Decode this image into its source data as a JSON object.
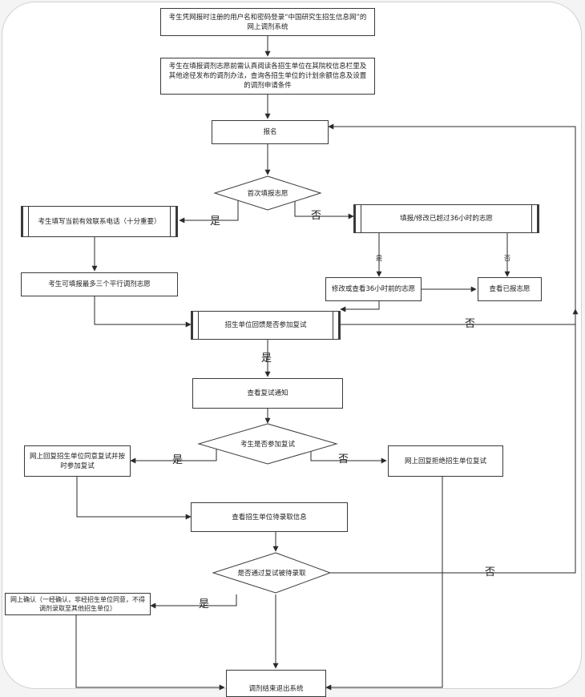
{
  "nodes": {
    "n1": "考生凭网报时注册的用户名和密码登录“中国研究生招生信息网”的网上调剂系统",
    "n2": "考生在填报调剂志愿前需认真阅读各招生单位在其院校信息栏里及其他途径发布的调剂办法，查询各招生单位的计划余额信息及设置的调剂申请条件",
    "n3": "报名",
    "d1": "首次填报志愿",
    "n4": "考生填写当前有效联系电话（十分重要）",
    "n5": "填报/修改已超过36小时的志愿",
    "n6": "考生可填报最多三个平行调剂志愿",
    "n7": "修改或查看36小时前的志愿",
    "n8": "查看已报志愿",
    "n9": "招生单位回馈是否参加复试",
    "n10": "查看复试通知",
    "d2": "考生是否参加复试",
    "n11": "网上回复招生单位同意复试并按时参加复试",
    "n12": "网上回复拒绝招生单位复试",
    "n13": "查看招生单位待录取信息",
    "d3": "是否通过复试被待录取",
    "n14": "网上确认（一经确认，非经招生单位同意，不得调剂录取至其他招生单位）",
    "n15": "调剂结束退出系统"
  },
  "edge_labels": {
    "d1_yes": "是",
    "d1_no": "否",
    "n5_yes": "是",
    "n5_no": "否",
    "n9_no": "否",
    "n9_yes": "是",
    "d2_yes": "是",
    "d2_no": "否",
    "d3_no": "否",
    "d3_yes": "是"
  },
  "colors": {
    "line": "#2a2a2a",
    "border": "#3a3a3a",
    "background": "#ffffff"
  }
}
